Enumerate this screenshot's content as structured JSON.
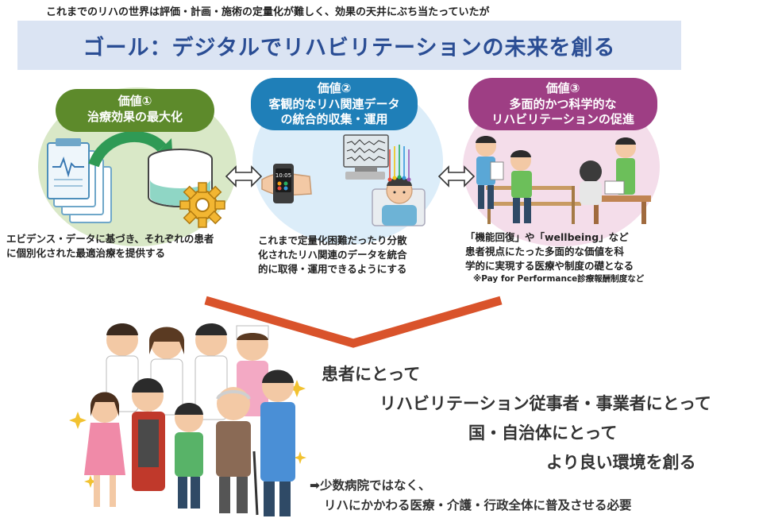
{
  "lead_text": "これまでのリハの世界は評価・計画・施術の定量化が難しく、効果の天井にぶち当たっていたが",
  "goal_banner": "ゴール：デジタルでリハビリテーションの未来を創る",
  "values": [
    {
      "title_line1": "価値①",
      "title_line2": "治療効果の最大化",
      "desc_lines": [
        "エビデンス・データに基づき、それぞれの患者",
        "に個別化された最適治療を提供する"
      ],
      "color": "#5d8a2b"
    },
    {
      "title_line1": "価値②",
      "title_line2": "客観的なリハ関連データ",
      "title_line3": "の統合的収集・運用",
      "desc_lines": [
        "これまで定量化困難だったり分散",
        "化されたリハ関連のデータを統合",
        "的に取得・運用できるようにする"
      ],
      "color": "#1f7fb8"
    },
    {
      "title_line1": "価値③",
      "title_line2": "多面的かつ科学的な",
      "title_line3": "リハビリテーションの促進",
      "desc_lines": [
        "「機能回復」や「wellbeing」など",
        "患者視点にたった多面的な価値を科",
        "学的に実現する医療や制度の礎となる"
      ],
      "note": "※Pay for Performance診療報酬制度など",
      "color": "#9e3e84"
    }
  ],
  "statements": [
    "患者にとって",
    "リハビリテーション従事者・事業者にとって",
    "国・自治体にとって",
    "より良い環境を創る"
  ],
  "conclusion": {
    "line1": "➡少数病院ではなく、",
    "line2": "リハにかかわる医療・介護・行政全体に普及させる必要"
  },
  "colors": {
    "banner_bg": "#dbe4f3",
    "banner_text": "#2a4d94",
    "funnel": "#d9532b"
  },
  "icons": [
    "document-stack-icon",
    "curved-arrow-icon",
    "database-icon",
    "gear-icon",
    "double-arrow-icon",
    "smartwatch-icon",
    "eeg-monitor-icon",
    "patient-with-electrodes-icon",
    "rehab-group-icon",
    "people-group-icon"
  ]
}
